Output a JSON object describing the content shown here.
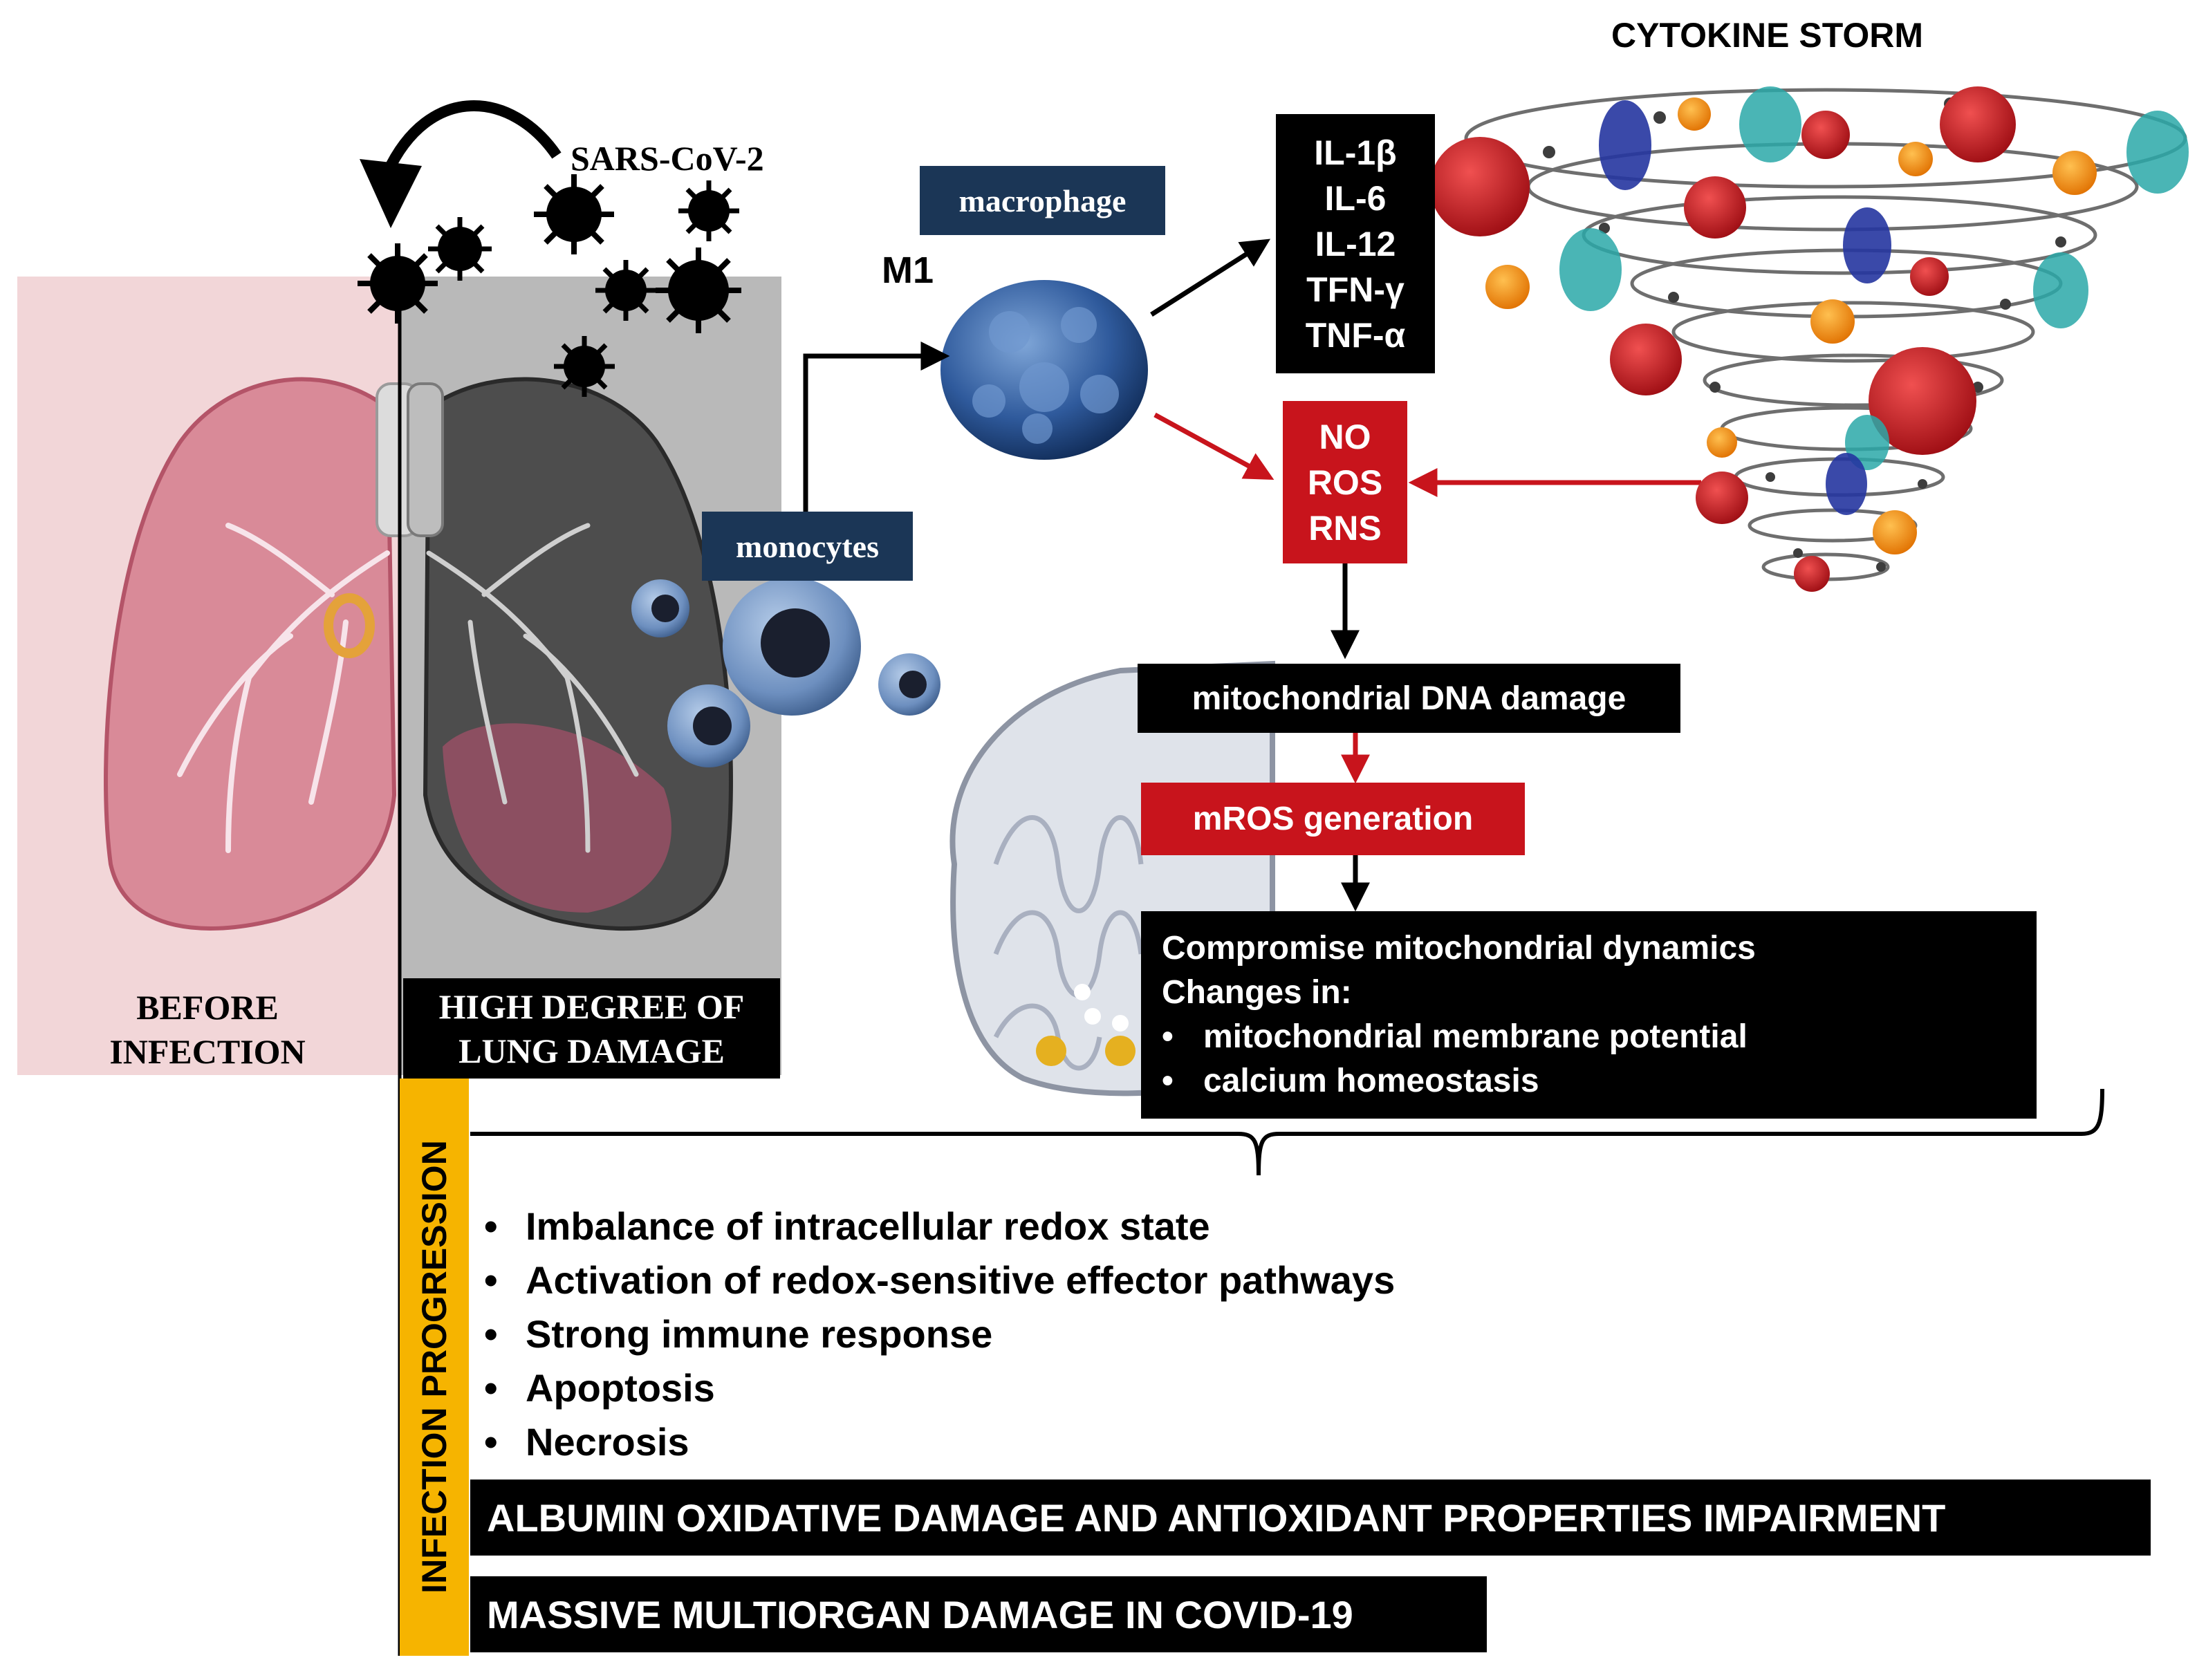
{
  "virus_label": "SARS-CoV-2",
  "before_label": [
    "BEFORE",
    "INFECTION"
  ],
  "damage_label": [
    "HIGH DEGREE OF",
    "LUNG DAMAGE"
  ],
  "monocytes_label": "monocytes",
  "macrophage_label": "macrophage",
  "m1_label": "M1",
  "cytokines": [
    "IL-1β",
    "IL-6",
    "IL-12",
    "TFN-γ",
    "TNF-α"
  ],
  "cytokine_storm_title": "CYTOKINE STORM",
  "reactive_species": [
    "NO",
    "ROS",
    "RNS"
  ],
  "mito_dna_damage": "mitochondrial DNA damage",
  "mros_generation": "mROS generation",
  "mito_dynamics": {
    "line1": "Compromise mitochondrial dynamics",
    "line2": "Changes in:",
    "bullets": [
      "mitochondrial membrane potential",
      "calcium homeostasis"
    ]
  },
  "infection_progression_label": "INFECTION PROGRESSION",
  "effects": [
    "Imbalance of intracellular redox state",
    "Activation of redox-sensitive effector pathways",
    "Strong immune response",
    "Apoptosis",
    "Necrosis"
  ],
  "albumin_banner": "ALBUMIN OXIDATIVE DAMAGE AND ANTIOXIDANT PROPERTIES IMPAIRMENT",
  "multiorgan_banner": "MASSIVE MULTIORGAN DAMAGE IN COVID-19",
  "colors": {
    "black_box": "#000000",
    "red_box": "#c8141c",
    "navy_label": "#1b3656",
    "yellow_bar": "#f6b400",
    "pink_panel": "#f2d6d8",
    "gray_panel": "#b9b9b9"
  }
}
